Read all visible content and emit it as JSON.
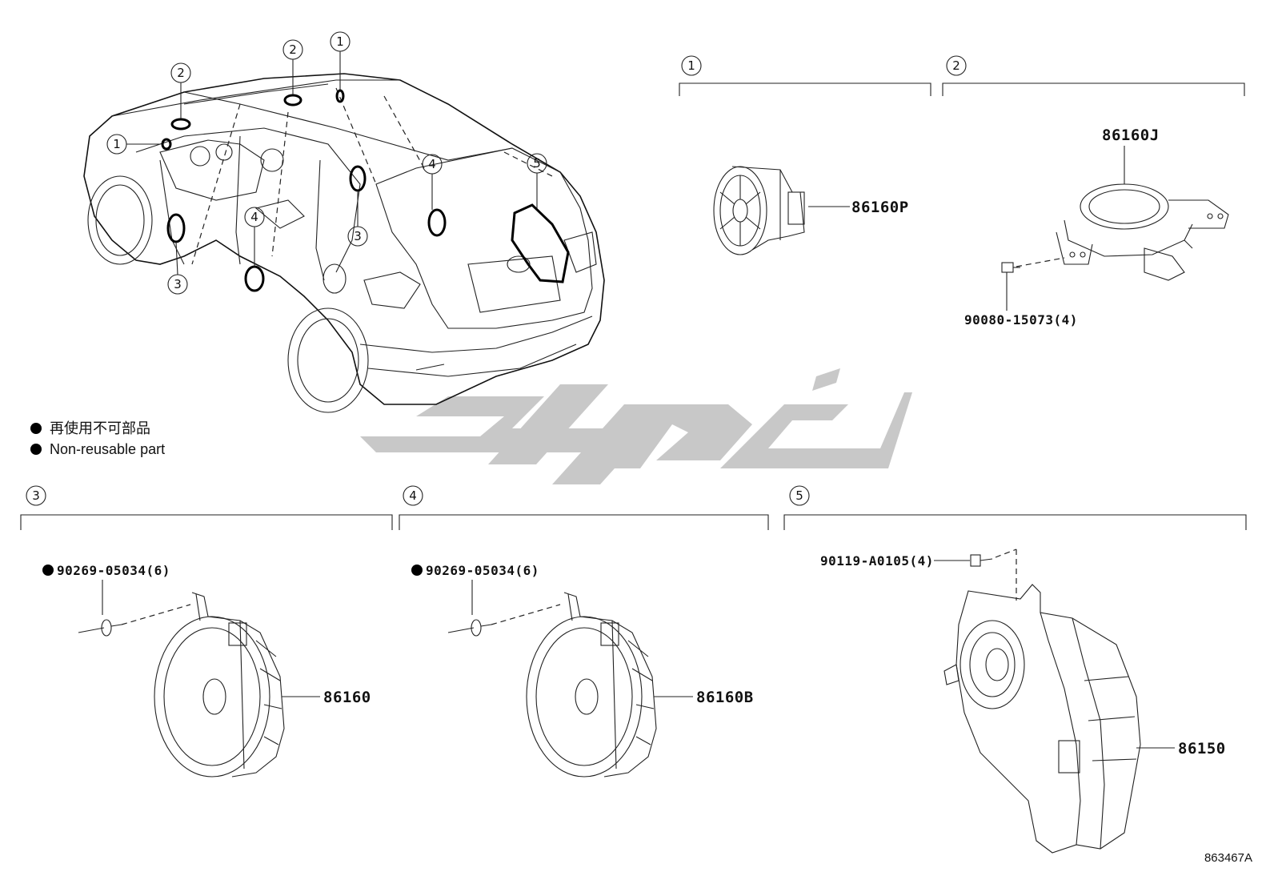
{
  "legend": {
    "notes": [
      "再使用不可部品",
      "Non-reusable part"
    ]
  },
  "overview": {
    "callouts": [
      "1",
      "2",
      "2",
      "1",
      "4",
      "5",
      "3",
      "4",
      "3"
    ]
  },
  "sections": [
    {
      "id": "1",
      "parts": [
        "86160P"
      ]
    },
    {
      "id": "2",
      "parts": [
        "86160J",
        "90080-15073(4)"
      ]
    },
    {
      "id": "3",
      "parts": [
        "90269-05034(6)",
        "86160"
      ]
    },
    {
      "id": "4",
      "parts": [
        "90269-05034(6)",
        "86160B"
      ]
    },
    {
      "id": "5",
      "parts": [
        "90119-A0105(4)",
        "86150"
      ]
    }
  ],
  "watermark": {
    "color": "#c8c8c8"
  },
  "ref_code": "863467A"
}
